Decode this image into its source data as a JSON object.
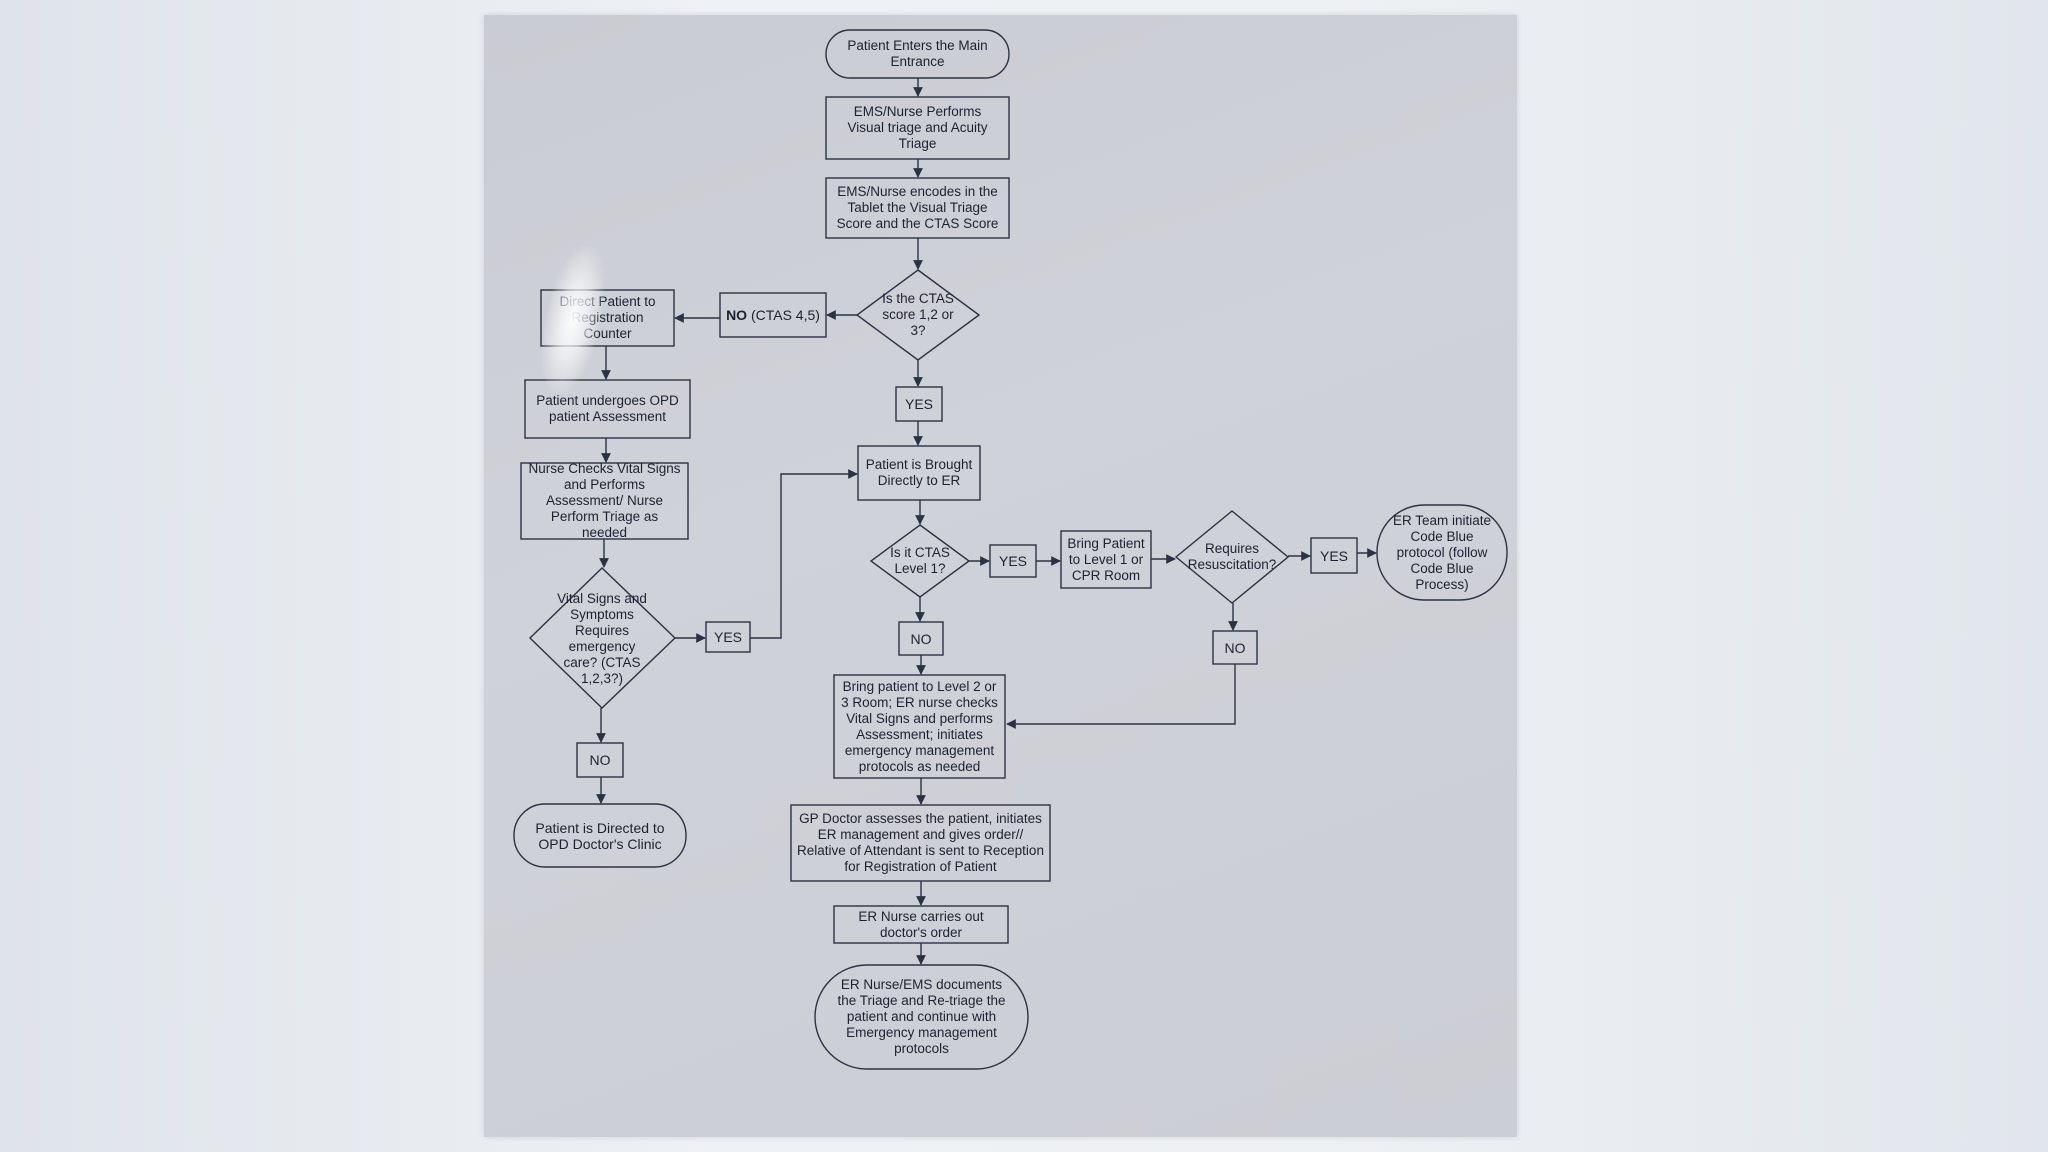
{
  "flowchart": {
    "nodes": {
      "enter": "Patient Enters the Main Entrance",
      "visual_triage": "EMS/Nurse Performs Visual triage and Acuity Triage",
      "encode": "EMS/Nurse encodes in the Tablet the Visual Triage Score and the CTAS Score",
      "ctas_check": "Is the CTAS score 1,2 or 3?",
      "no_ctas45_bold": "NO",
      "no_ctas45_rest": " (CTAS 4,5)",
      "direct_registration": "Direct Patient to Registration Counter",
      "opd_assessment": "Patient undergoes OPD patient Assessment",
      "nurse_checks": "Nurse Checks Vital Signs and Performs Assessment/ Nurse Perform Triage as needed",
      "vital_check": "Vital Signs and Symptoms Requires emergency care? (CTAS 1,2,3?)",
      "yes_vital": "YES",
      "no_vital": "NO",
      "opd_clinic": "Patient is Directed to OPD Doctor's Clinic",
      "yes_ctas": "YES",
      "brought_er": "Patient is Brought Directly to ER",
      "level1_check": "Is it CTAS Level 1?",
      "yes_level1": "YES",
      "bring_cpr": "Bring Patient to Level 1 or CPR Room",
      "resus_check": "Requires Resuscitation?",
      "yes_resus": "YES",
      "code_blue": "ER Team initiate Code Blue protocol (follow Code Blue Process)",
      "no_resus": "NO",
      "no_level1": "NO",
      "level23": "Bring patient to Level 2 or 3 Room; ER nurse checks Vital Signs and performs Assessment; initiates emergency management protocols as needed",
      "gp_doctor": "GP Doctor assesses the patient, initiates ER management and gives order// Relative of Attendant is sent to Reception for Registration of Patient",
      "nurse_order": "ER Nurse carries out doctor's order",
      "documents": "ER Nurse/EMS documents the Triage and Re-triage the patient and continue with Emergency management protocols"
    }
  },
  "colors": {
    "paper": "#cdd0d6",
    "ink": "#2b3244"
  }
}
